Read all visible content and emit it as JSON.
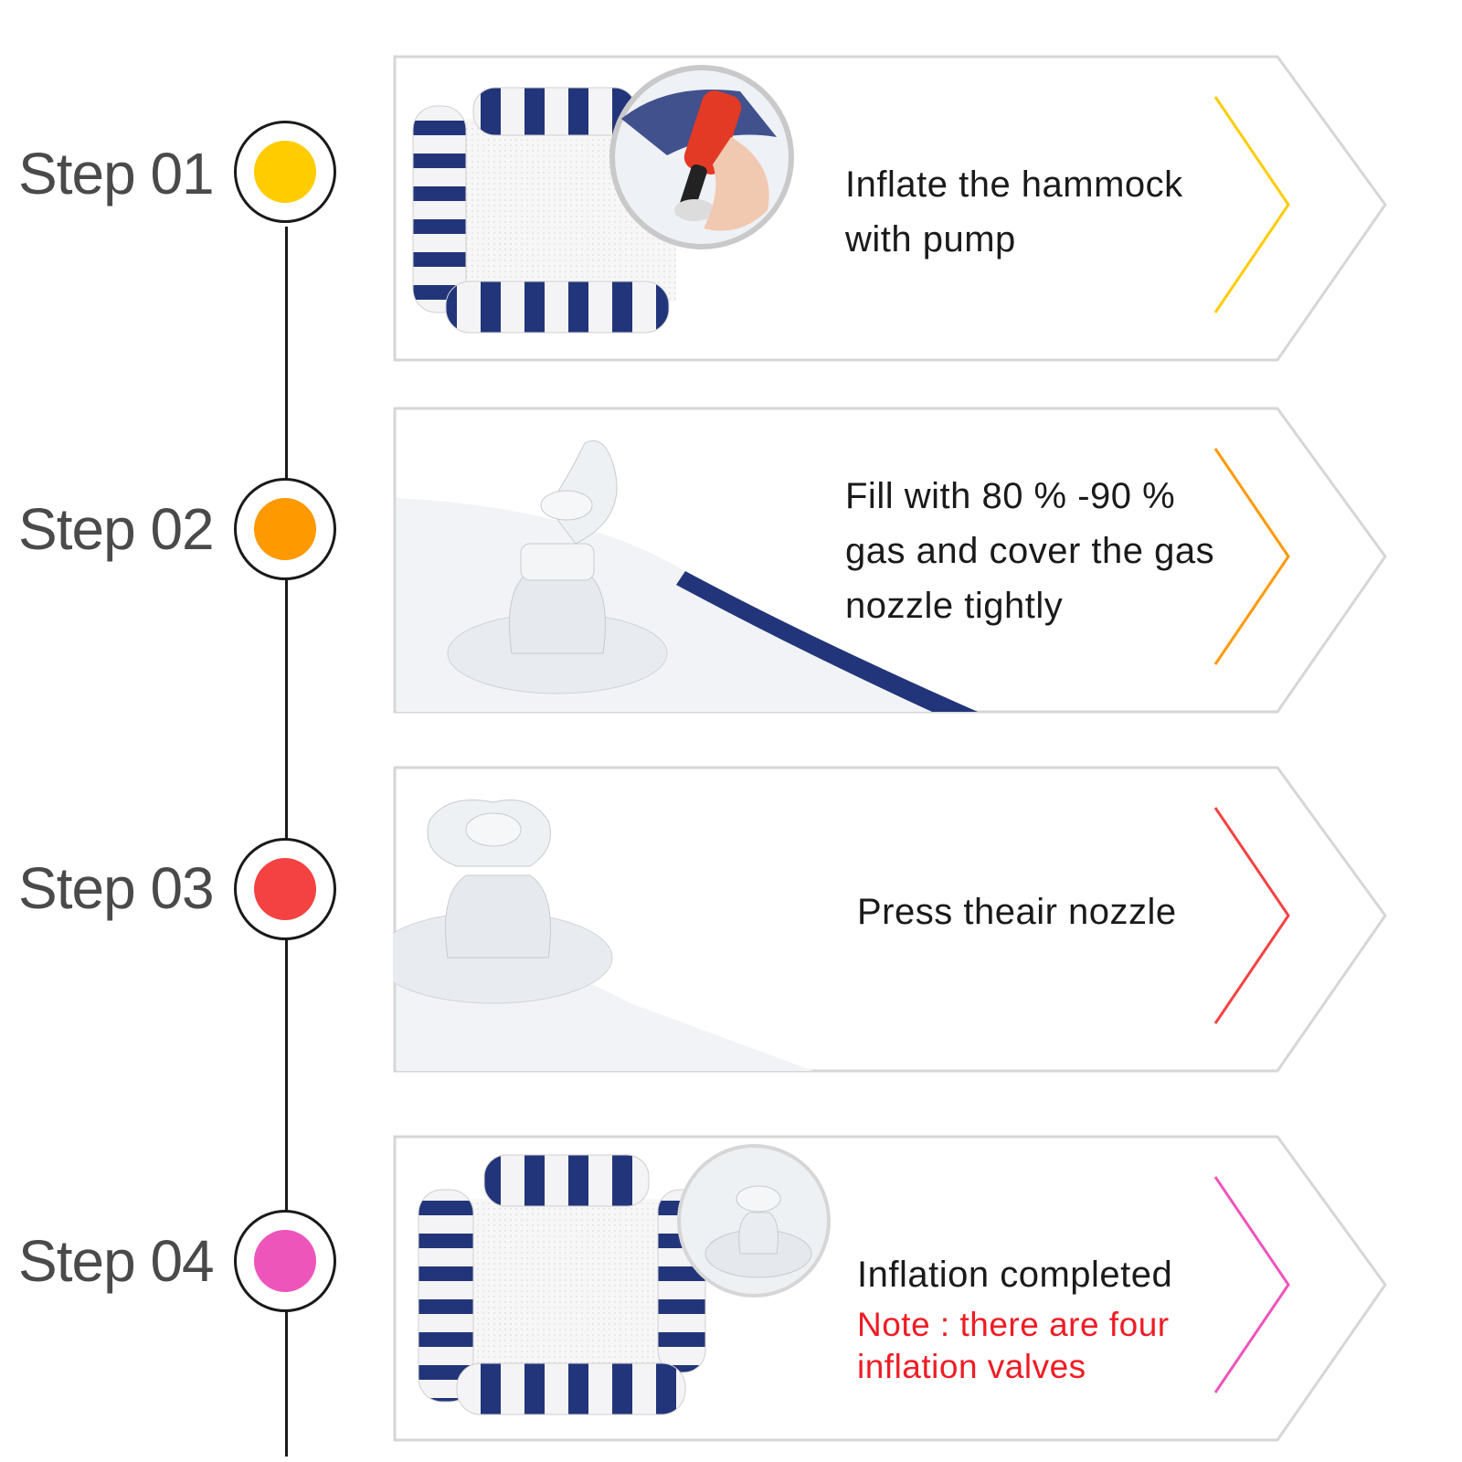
{
  "steps": [
    {
      "label": "Step 01",
      "text_lines": [
        "Inflate the hammock",
        "with pump"
      ],
      "color": "#ffcc00"
    },
    {
      "label": "Step 02",
      "text_lines": [
        "Fill with 80 % -90 %",
        "gas and cover the gas",
        "nozzle tightly"
      ],
      "color": "#ff9900"
    },
    {
      "label": "Step 03",
      "text_lines": [
        "Press theair nozzle"
      ],
      "color": "#f44242"
    },
    {
      "label": "Step 04",
      "text_lines": [
        "Inflation completed"
      ],
      "note_lines": [
        "Note : there are four",
        "inflation valves"
      ],
      "color": "#ee55bb"
    }
  ],
  "colors": {
    "stripe_blue": "#22357a",
    "note_red": "#ee1c24",
    "frame_gray": "#d6d6d6",
    "timeline": "#1a1a1a"
  },
  "icons": [
    "hammock-float-image",
    "pump-closeup-image",
    "air-valve-image",
    "chevron-icon"
  ]
}
